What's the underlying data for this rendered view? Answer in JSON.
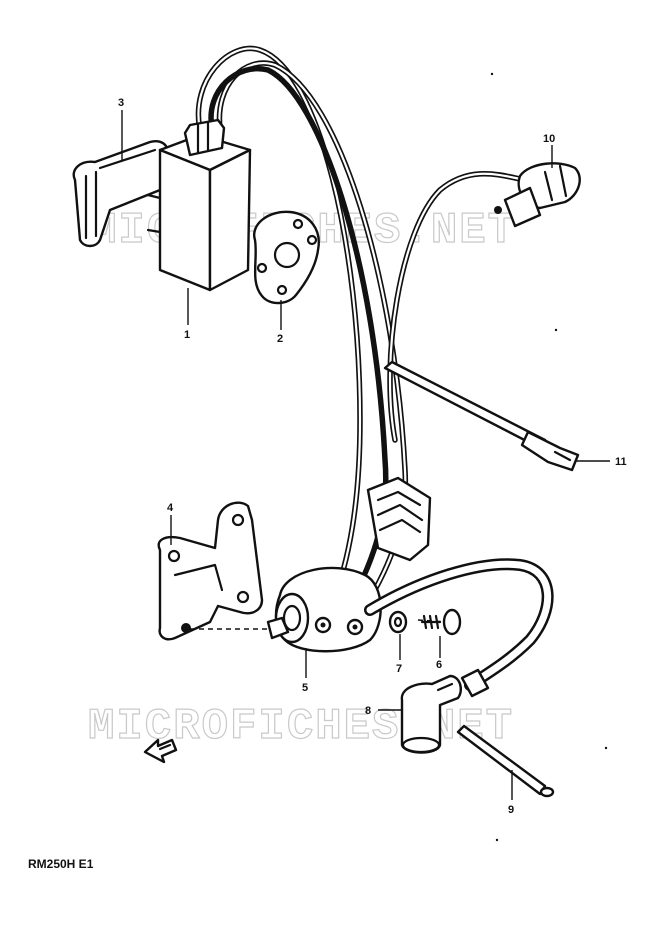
{
  "watermark": {
    "text": "MICROFICHES.NET"
  },
  "model_code": "RM250H E1",
  "callouts": {
    "c1": "1",
    "c2": "2",
    "c3": "3",
    "c4": "4",
    "c5": "5",
    "c6": "6",
    "c7": "7",
    "c8": "8",
    "c9": "9",
    "c10": "10",
    "c11": "11"
  },
  "direction_arrow": {
    "icon": "front-arrow-icon"
  }
}
